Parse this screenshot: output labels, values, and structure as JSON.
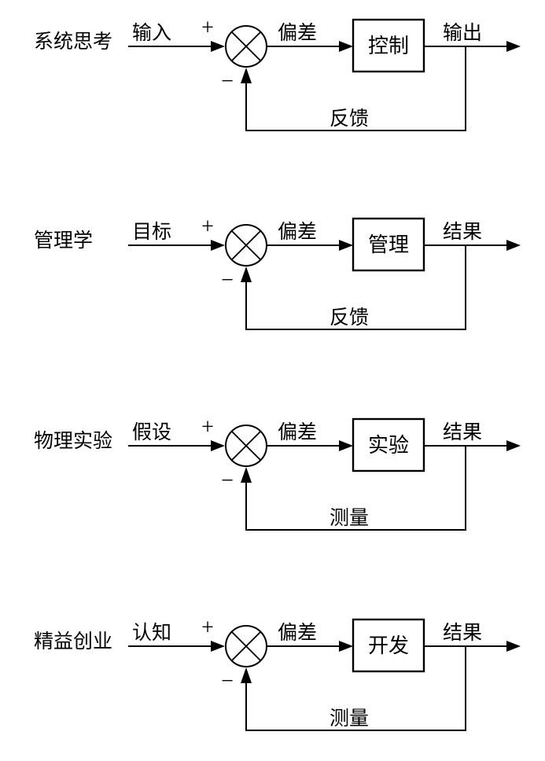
{
  "diagram": {
    "description_colors": {
      "line": "#000000",
      "background": "#ffffff",
      "text": "#000000"
    },
    "rows": [
      {
        "category": "系统思考",
        "input": "输入",
        "plus": "+",
        "minus": "−",
        "deviation": "偏差",
        "process": "控制",
        "output": "输出",
        "feedback": "反馈"
      },
      {
        "category": "管理学",
        "input": "目标",
        "plus": "+",
        "minus": "−",
        "deviation": "偏差",
        "process": "管理",
        "output": "结果",
        "feedback": "反馈"
      },
      {
        "category": "物理实验",
        "input": "假设",
        "plus": "+",
        "minus": "−",
        "deviation": "偏差",
        "process": "实验",
        "output": "结果",
        "feedback": "测量"
      },
      {
        "category": "精益创业",
        "input": "认知",
        "plus": "+",
        "minus": "−",
        "deviation": "偏差",
        "process": "开发",
        "output": "结果",
        "feedback": "测量"
      }
    ]
  }
}
